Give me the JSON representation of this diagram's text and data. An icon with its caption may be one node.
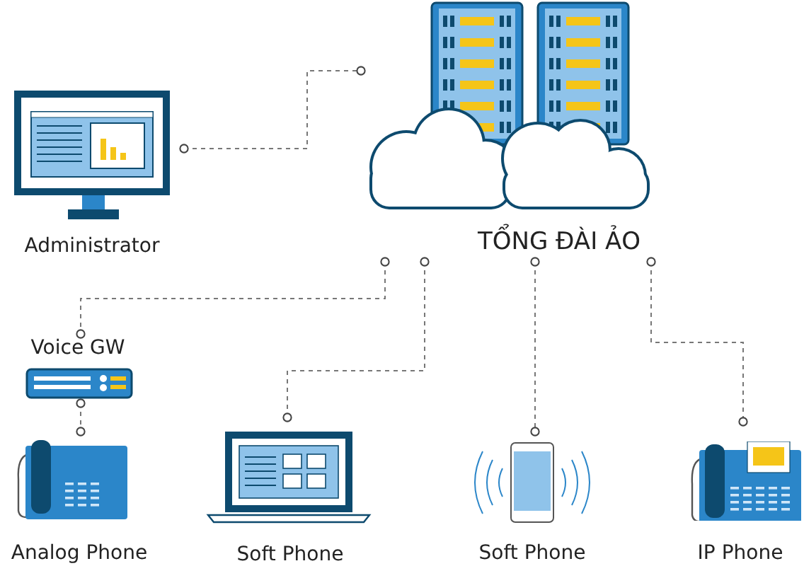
{
  "diagram": {
    "nodes": [
      {
        "text": [
          "TỔNG ĐÀI ẢO"
        ]
      },
      {
        "text": [
          "Administrator"
        ]
      },
      {
        "text": [
          "Voice GW"
        ]
      },
      {
        "text": [
          "Analog Phone"
        ]
      },
      {
        "text": [
          "Soft Phone"
        ]
      },
      {
        "text": [
          "Soft Phone"
        ]
      },
      {
        "text": [
          "IP Phone"
        ]
      }
    ],
    "edges": [
      {
        "from": 1,
        "to": 0,
        "arrow": "other",
        "style": "dashed"
      },
      {
        "from": 0,
        "to": 2,
        "arrow": "other",
        "style": "dashed"
      },
      {
        "from": 0,
        "to": 4,
        "arrow": "other",
        "style": "dashed"
      },
      {
        "from": 0,
        "to": 5,
        "arrow": "other",
        "style": "dashed"
      },
      {
        "from": 0,
        "to": 6,
        "arrow": "other",
        "style": "dashed"
      },
      {
        "from": 2,
        "to": 3,
        "arrow": "other",
        "style": "dashed"
      }
    ]
  }
}
